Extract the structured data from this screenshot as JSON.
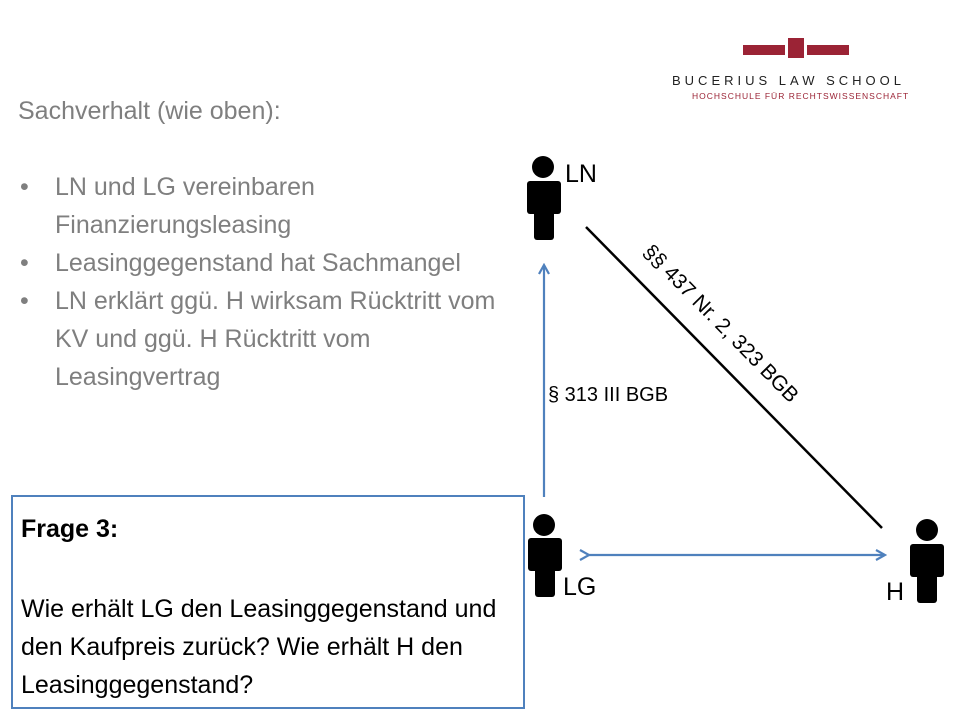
{
  "logo": {
    "name": "BUCERIUS LAW SCHOOL",
    "subtitle": "HOCHSCHULE FÜR RECHTSWISSENSCHAFT",
    "color": "#9b2335"
  },
  "title": "Sachverhalt (wie oben):",
  "bullets": [
    "LN und LG vereinbaren Finanzierungsleasing",
    "Leasinggegenstand hat Sachmangel",
    "LN erklärt ggü. H wirksam Rücktritt vom KV und ggü. H Rücktritt vom Leasingvertrag"
  ],
  "question_box": {
    "heading": "Frage 3:",
    "text": "Wie erhält LG den Leasinggegenstand und den Kaufpreis zurück? Wie erhält H den Leasinggegenstand?"
  },
  "diagram": {
    "persons": {
      "ln": "LN",
      "lg": "LG",
      "h": "H"
    },
    "edge_lg_ln": "§ 313 III BGB",
    "edge_ln_h": "§§ 437 Nr. 2, 323 BGB",
    "arrow_color": "#4f81bd"
  }
}
